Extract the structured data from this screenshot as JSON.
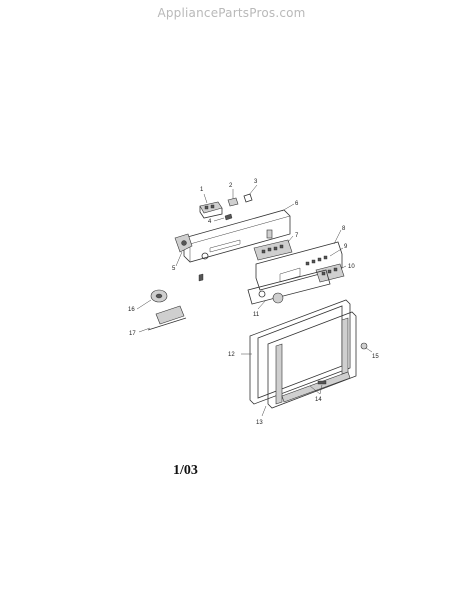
{
  "watermark": "AppliancePartsPros.com",
  "page_code": "1/03",
  "part_labels": [
    {
      "id": "1",
      "text": "1"
    },
    {
      "id": "2",
      "text": "2"
    },
    {
      "id": "3",
      "text": "3"
    },
    {
      "id": "4",
      "text": "4"
    },
    {
      "id": "5",
      "text": "5"
    },
    {
      "id": "6",
      "text": "6"
    },
    {
      "id": "7",
      "text": "7"
    },
    {
      "id": "8",
      "text": "8"
    },
    {
      "id": "9",
      "text": "9"
    },
    {
      "id": "10",
      "text": "10"
    },
    {
      "id": "11",
      "text": "11"
    },
    {
      "id": "12",
      "text": "12"
    },
    {
      "id": "13",
      "text": "13"
    },
    {
      "id": "14",
      "text": "14"
    },
    {
      "id": "15",
      "text": "15"
    },
    {
      "id": "16",
      "text": "16"
    },
    {
      "id": "17",
      "text": "17"
    }
  ]
}
